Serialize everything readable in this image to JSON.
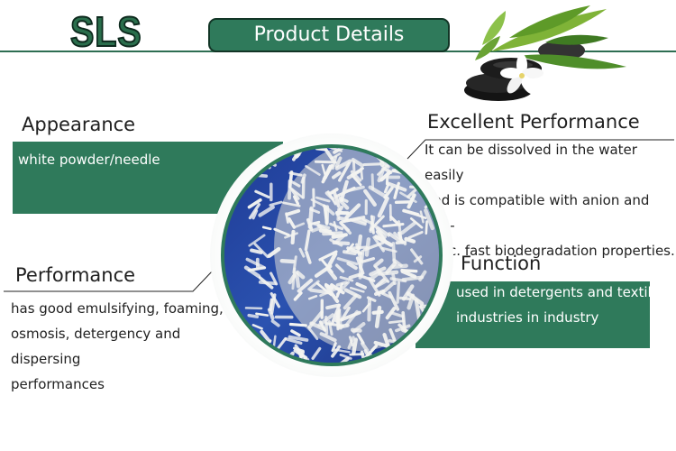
{
  "logo": {
    "text": "SLS"
  },
  "header": {
    "title": "Product Details"
  },
  "appearance": {
    "heading": "Appearance",
    "text": "white powder/needle"
  },
  "excellent": {
    "heading": "Excellent Performance",
    "lines": [
      "It can be dissolved in the water easily",
      "and is compatible with anion and non-",
      "ionic. fast biodegradation properties."
    ]
  },
  "performance": {
    "heading": "Performance",
    "lines": [
      "has good emulsifying, foaming,",
      "osmosis, detergency and dispersing",
      "performances"
    ]
  },
  "function": {
    "heading": "Function",
    "lines": [
      "used in detergents and textile",
      "industries in industry"
    ]
  },
  "colors": {
    "accent": "#2f7a5b",
    "pill_border": "#123526",
    "product_bg": "#2a4aa0",
    "needle": "#f4f4f1"
  }
}
